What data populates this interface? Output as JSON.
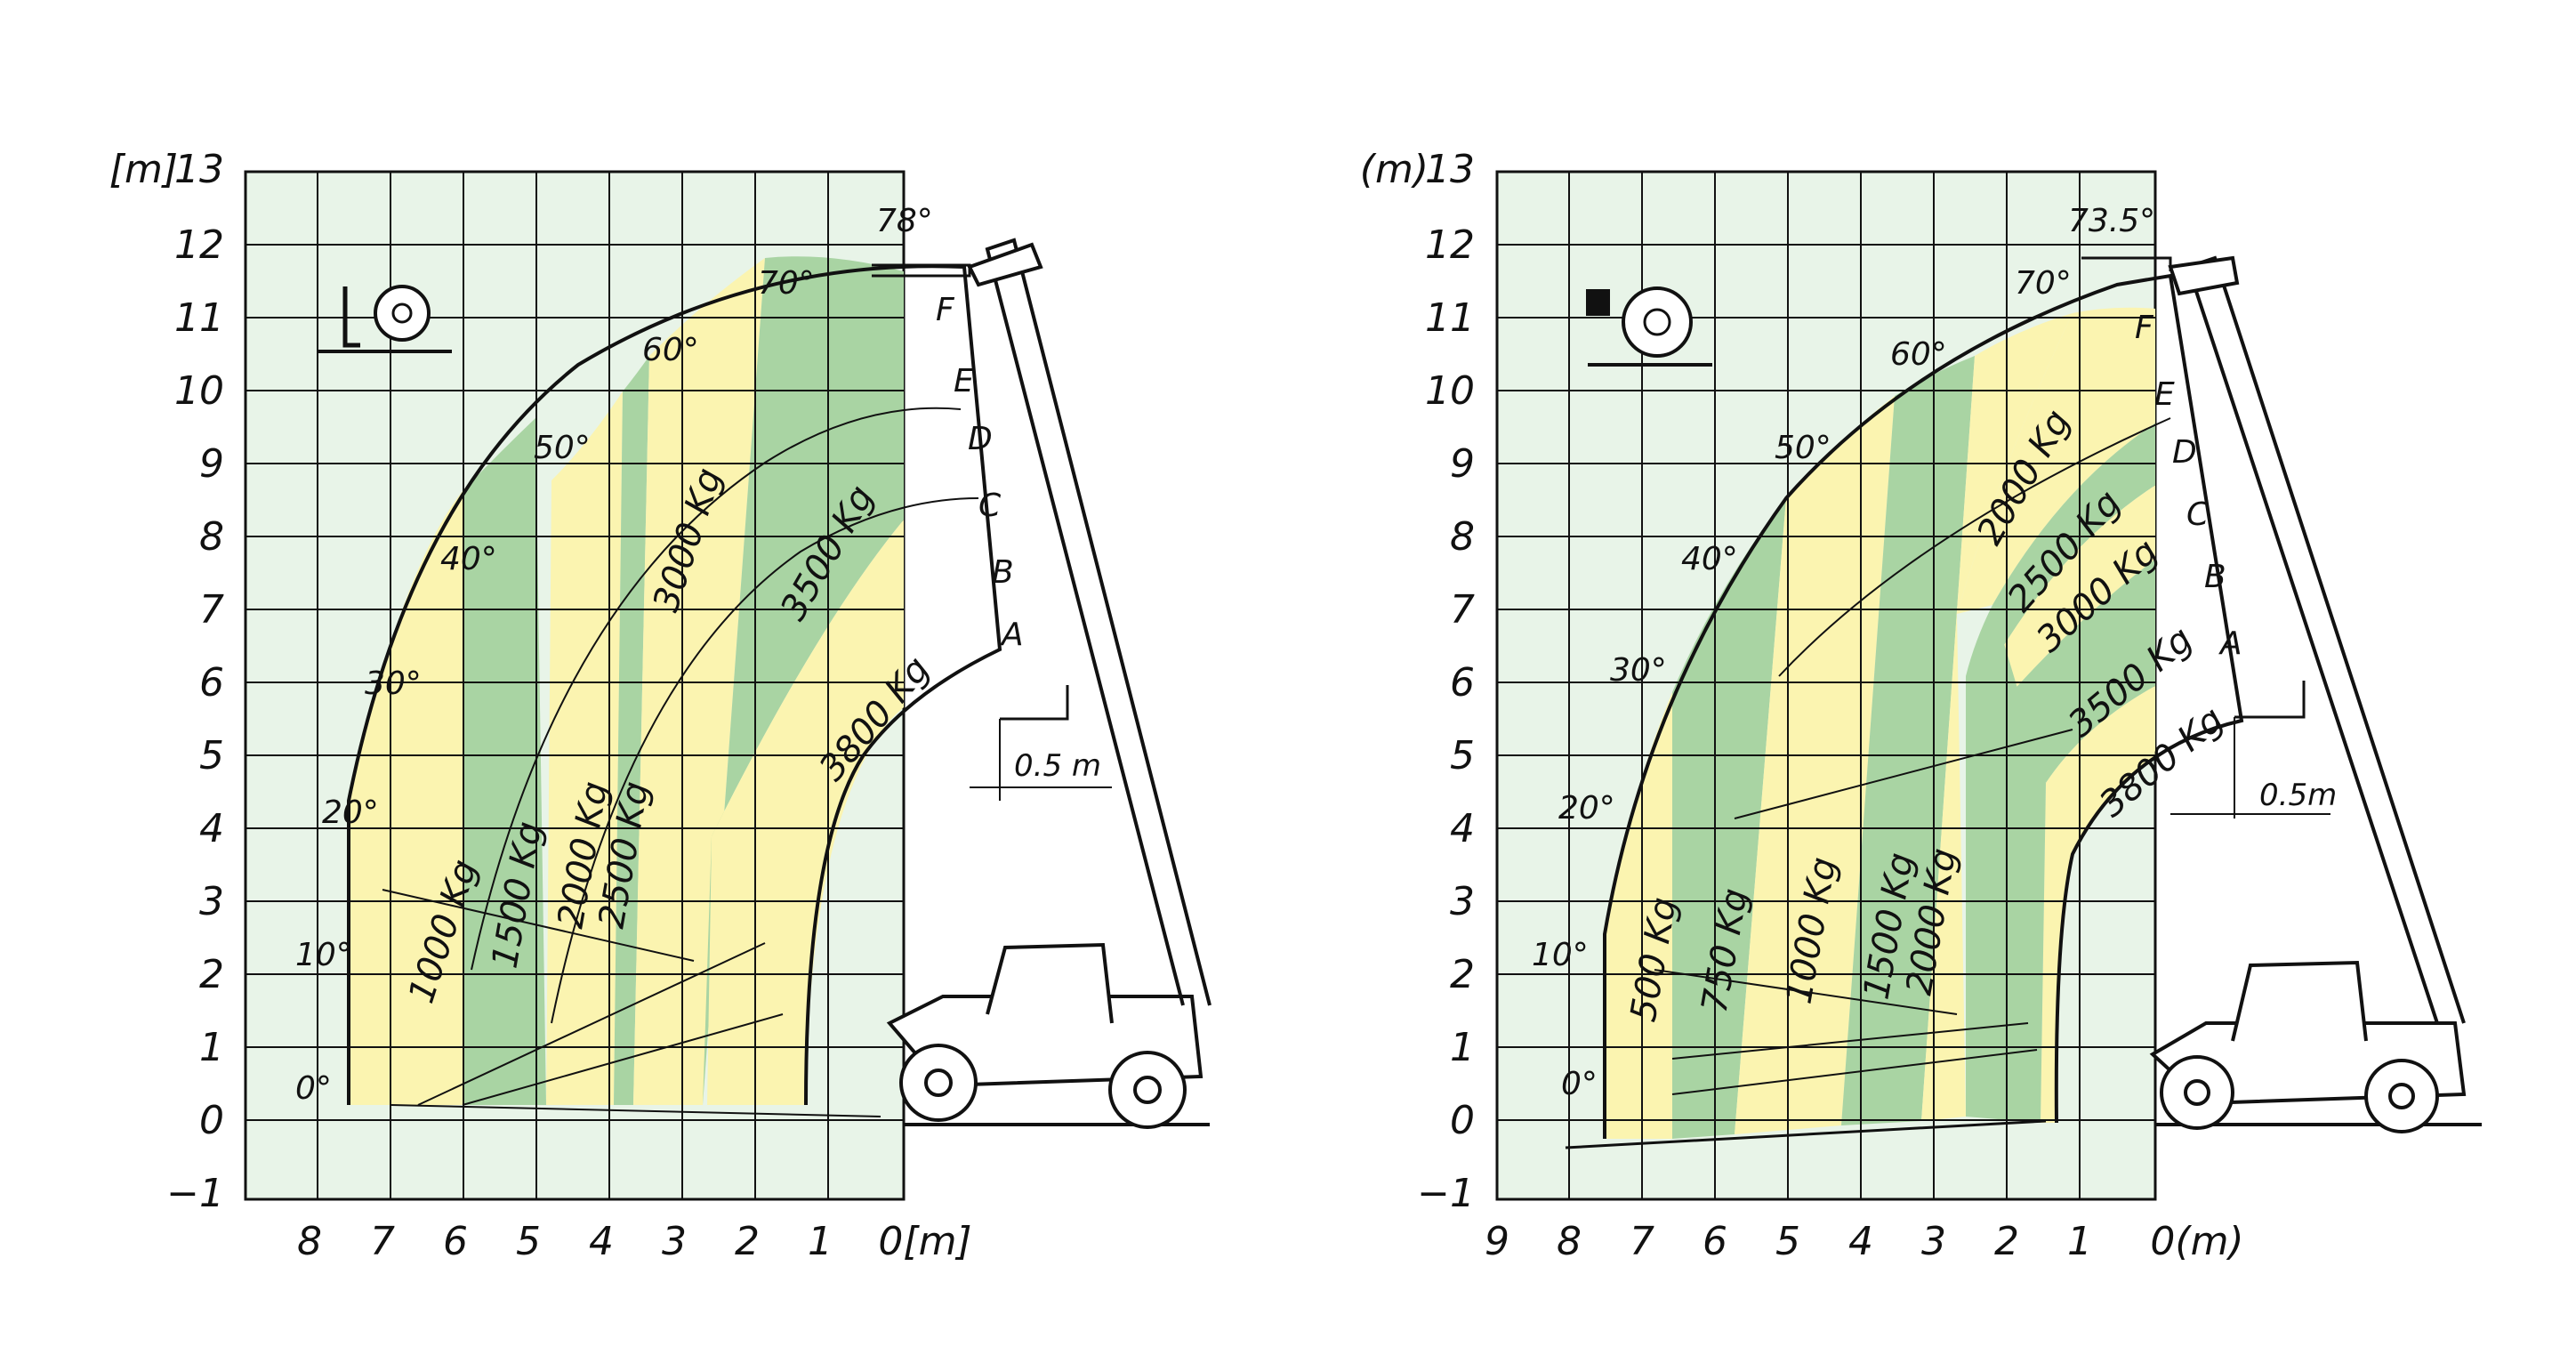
{
  "colors": {
    "grid_background": "#e8f4e8",
    "zone_yellow": "#fbf4b0",
    "zone_green": "#a9d4a3",
    "line": "#111111"
  },
  "left_chart": {
    "y_unit": "[m]",
    "x_unit": "0[m]",
    "y_ticks": [
      "13",
      "12",
      "11",
      "10",
      "9",
      "8",
      "7",
      "6",
      "5",
      "4",
      "3",
      "2",
      "1",
      "0",
      "−1"
    ],
    "x_ticks": [
      "8",
      "7",
      "6",
      "5",
      "4",
      "3",
      "2",
      "1"
    ],
    "angle_labels": [
      "0°",
      "10°",
      "20°",
      "30°",
      "40°",
      "50°",
      "60°",
      "70°",
      "78°"
    ],
    "extension_labels": [
      "A",
      "B",
      "C",
      "D",
      "E",
      "F"
    ],
    "load_zones": [
      "1000 Kg",
      "1500 Kg",
      "2000 Kg",
      "2500 Kg",
      "3000 Kg",
      "3500 Kg",
      "3800 Kg"
    ],
    "offset_label": "0.5  m",
    "icon": "tyres-on-ground-icon"
  },
  "right_chart": {
    "y_unit": "(m)",
    "x_unit": "0(m)",
    "y_ticks": [
      "13",
      "12",
      "11",
      "10",
      "9",
      "8",
      "7",
      "6",
      "5",
      "4",
      "3",
      "2",
      "1",
      "0",
      "−1"
    ],
    "x_ticks": [
      "9",
      "8",
      "7",
      "6",
      "5",
      "4",
      "3",
      "2",
      "1"
    ],
    "angle_labels": [
      "0°",
      "10°",
      "20°",
      "30°",
      "40°",
      "50°",
      "60°",
      "70°",
      "73.5°"
    ],
    "extension_labels": [
      "A",
      "B",
      "C",
      "D",
      "E",
      "F"
    ],
    "load_zones": [
      "500 Kg",
      "750 Kg",
      "1000 Kg",
      "1500 Kg",
      "2000 Kg",
      "2000 Kg",
      "2500 Kg",
      "3000 Kg",
      "3500 Kg",
      "3800 Kg"
    ],
    "offset_label": "0.5m",
    "icon": "stabilizers-down-icon"
  }
}
